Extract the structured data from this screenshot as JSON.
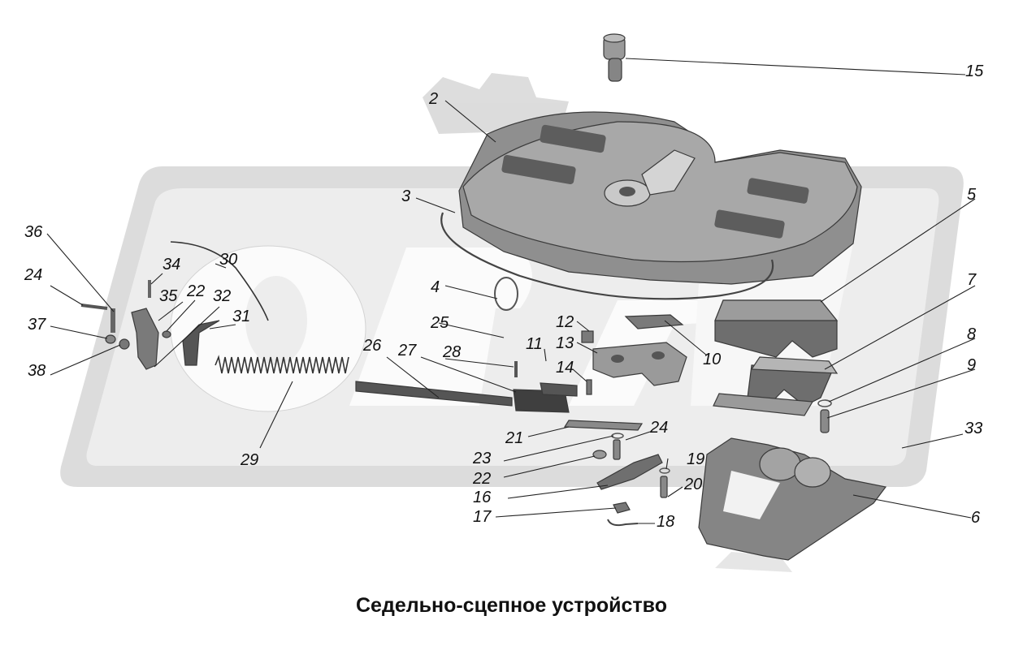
{
  "caption": "Седельно-сцепное устройство",
  "callouts": {
    "n2": "2",
    "n3": "3",
    "n4": "4",
    "n5": "5",
    "n6": "6",
    "n7": "7",
    "n8": "8",
    "n9": "9",
    "n10": "10",
    "n11": "11",
    "n12": "12",
    "n13": "13",
    "n14": "14",
    "n15": "15",
    "n16": "16",
    "n17": "17",
    "n18": "18",
    "n19": "19",
    "n20": "20",
    "n21": "21",
    "n22a": "22",
    "n22b": "22",
    "n23": "23",
    "n24a": "24",
    "n24b": "24",
    "n25": "25",
    "n26": "26",
    "n27": "27",
    "n28": "28",
    "n29": "29",
    "n30": "30",
    "n31": "31",
    "n32": "32",
    "n33": "33",
    "n34": "34",
    "n35": "35",
    "n36": "36",
    "n37": "37",
    "n38": "38"
  }
}
